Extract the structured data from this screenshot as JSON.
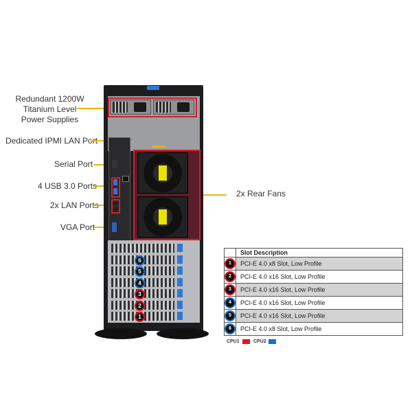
{
  "callouts": {
    "power_supplies": [
      "Redundant 1200W",
      "Titanium Level",
      "Power Supplies"
    ],
    "ipmi": "Dedicated IPMI LAN Port",
    "serial": "Serial Port",
    "usb": "4 USB 3.0 Ports",
    "lan": "2x LAN Ports",
    "vga": "VGA Port",
    "fans": "2x Rear Fans"
  },
  "slot_table": {
    "header": "Slot Description",
    "rows": [
      {
        "num": "1",
        "cpu": "CPU1",
        "description": "PCI-E 4.0 x8 Slot, Low Profile"
      },
      {
        "num": "2",
        "cpu": "CPU1",
        "description": "PCI-E 4.0 x16 Slot, Low Profile"
      },
      {
        "num": "3",
        "cpu": "CPU1",
        "description": "PCI-E 4.0 x16 Slot, Low Profile"
      },
      {
        "num": "4",
        "cpu": "CPU2",
        "description": "PCI-E 4.0 x16 Slot, Low Profile"
      },
      {
        "num": "5",
        "cpu": "CPU2",
        "description": "PCI-E 4.0 x16 Slot, Low Profile"
      },
      {
        "num": "6",
        "cpu": "CPU2",
        "description": "PCI-E 4.0 x8 Slot, Low Profile"
      }
    ]
  },
  "legend": {
    "cpu1": {
      "label": "CPU1",
      "color": "#e8101a"
    },
    "cpu2": {
      "label": "CPU2",
      "color": "#1e6fc8"
    }
  },
  "colors": {
    "callout_line": "#f0b400",
    "highlight": "#d0202a"
  }
}
